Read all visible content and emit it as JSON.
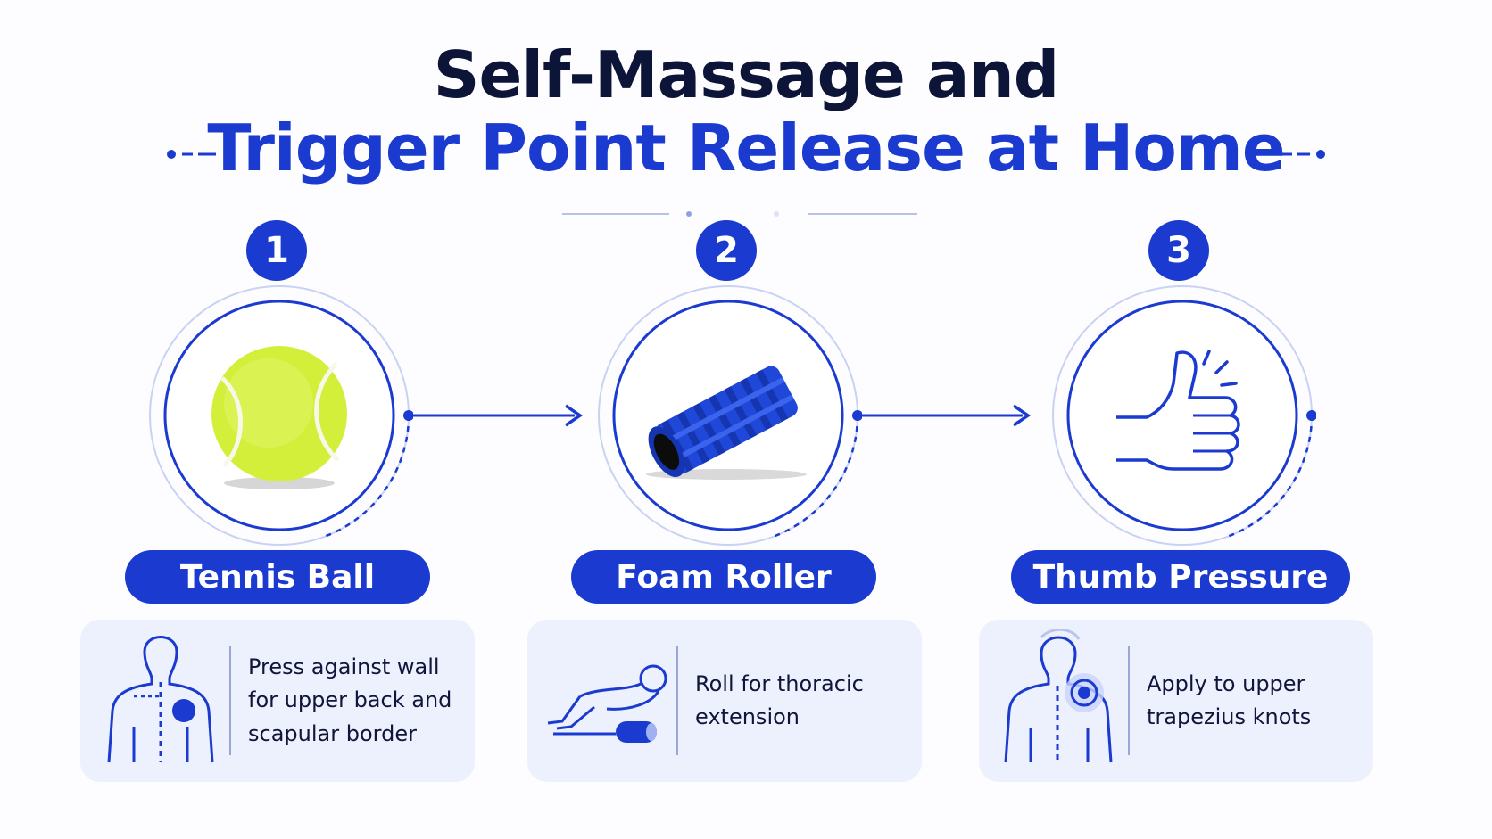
{
  "title": {
    "line1": "Self-Massage and",
    "line2": "Trigger Point Release at Home"
  },
  "colors": {
    "accent": "#1a3ad0",
    "dark": "#0c1538",
    "card_bg": "#edf1fd",
    "ball": "#d4ef3a"
  },
  "steps": [
    {
      "number": "1",
      "label": "Tennis Ball",
      "icon": "tennis-ball-icon",
      "figure_icon": "upper-back-figure-icon",
      "description": "Press against wall for upper back and scapular border"
    },
    {
      "number": "2",
      "label": "Foam Roller",
      "icon": "foam-roller-icon",
      "figure_icon": "thoracic-roll-figure-icon",
      "description": "Roll for thoracic extension"
    },
    {
      "number": "3",
      "label": "Thumb Pressure",
      "icon": "thumbs-up-icon",
      "figure_icon": "trapezius-figure-icon",
      "description": "Apply to upper trapezius knots"
    }
  ]
}
